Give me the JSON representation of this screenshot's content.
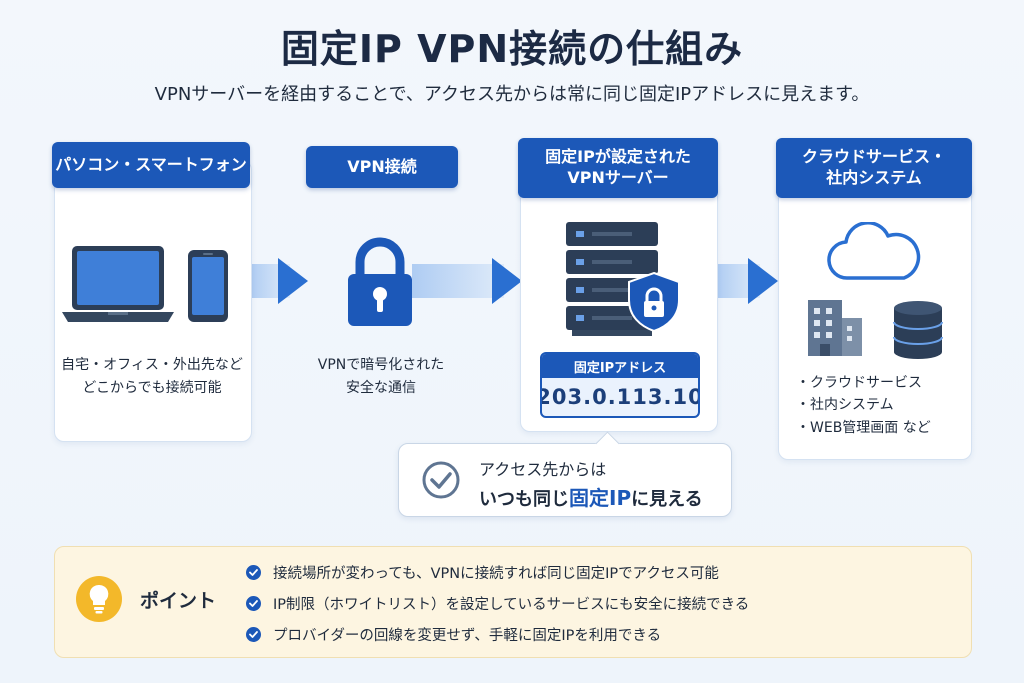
{
  "title": "固定IP VPN接続の仕組み",
  "subtitle": "VPNサーバーを経由することで、アクセス先からは常に同じ固定IPアドレスに見えます。",
  "columns": {
    "devices": {
      "header": "パソコン・スマートフォン",
      "desc_line1": "自宅・オフィス・外出先など",
      "desc_line2": "どこからでも接続可能"
    },
    "vpn": {
      "header": "VPN接続",
      "desc_line1": "VPNで暗号化された",
      "desc_line2": "安全な通信"
    },
    "server": {
      "header_line1": "固定IPが設定された",
      "header_line2": "VPNサーバー",
      "ip_label": "固定IPアドレス",
      "ip_value": "203.0.113.10"
    },
    "cloud": {
      "header_line1": "クラウドサービス・",
      "header_line2": "社内システム",
      "items": [
        "・クラウドサービス",
        "・社内システム",
        "・WEB管理画面 など"
      ]
    }
  },
  "callout": {
    "line1": "アクセス先からは",
    "line2_prefix": "いつも同じ",
    "line2_highlight": "固定IP",
    "line2_suffix": "に見える"
  },
  "point": {
    "title": "ポイント",
    "items": [
      "接続場所が変わっても、VPNに接続すれば同じ固定IPでアクセス可能",
      "IP制限（ホワイトリスト）を設定しているサービスにも安全に接続できる",
      "プロバイダーの回線を変更せず、手軽に固定IPを利用できる"
    ]
  },
  "colors": {
    "primary": "#1c58b8",
    "accent_yellow": "#f3b82a",
    "point_bg": "#fdf5e1"
  }
}
